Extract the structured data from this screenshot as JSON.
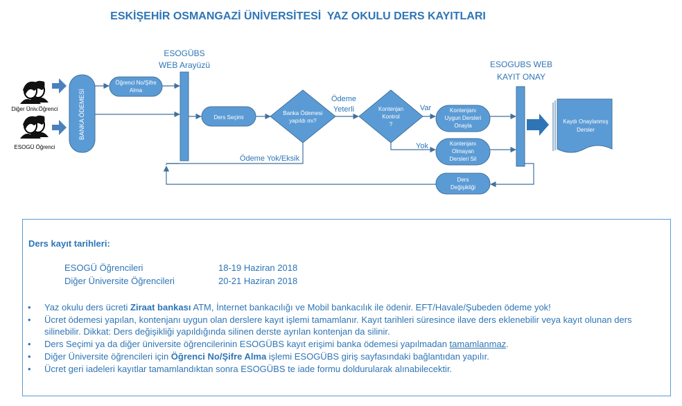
{
  "title": "ESKİŞEHİR OSMANGAZİ ÜNİVERSİTESİ  YAZ OKULU DERS KAYITLARI",
  "colors": {
    "accent": "#5b9bd5",
    "title": "#2e75b6",
    "line": "#41719c"
  },
  "diagram": {
    "student_other_label": "Diğer Üniv.Öğrenci",
    "student_esogu_label": "ESOGÜ Öğrenci",
    "bank_payment_label": "BANKA ÖDEMESİ",
    "student_login_label": [
      "Öğrenci No/Şifre",
      "Alma"
    ],
    "esogubs_web_label": [
      "ESOGÜBS",
      "WEB Arayüzü"
    ],
    "course_selection_label": "Ders Seçimi",
    "bank_paid_question": [
      "Banka Ödemesi",
      "yapıldı mı?"
    ],
    "payment_ok_label": [
      "Ödeme",
      "Yeterli"
    ],
    "payment_missing_label": "Ödeme Yok/Eksik",
    "quota_check_question": [
      "Kontenjan",
      "Kontrol",
      "?"
    ],
    "yes_label": "Var",
    "no_label": "Yok",
    "approve_courses_label": [
      "Kontenjanı",
      "Uygun Dersleri",
      "Onayla"
    ],
    "delete_courses_label": [
      "Kontenjanı",
      "Olmayan",
      "Dersleri Sil"
    ],
    "course_change_label": [
      "Ders",
      "Değişikliği"
    ],
    "esogubs_approval_label": [
      "ESOGUBS WEB",
      "KAYIT ONAY"
    ],
    "approved_courses_label": [
      "Kaydı Onaylanmış",
      "Dersler"
    ]
  },
  "info": {
    "heading": "Ders kayıt tarihleri:",
    "dates": [
      {
        "group": "ESOGÜ Öğrencileri",
        "range": "18-19 Haziran 2018"
      },
      {
        "group": "Diğer Üniversite Öğrencileri",
        "range": "20-21 Haziran 2018"
      }
    ],
    "bullet_char": "•",
    "bullets": [
      {
        "pre": "Yaz okulu ders ücreti ",
        "bold": "Ziraat bankası",
        "post": " ATM, İnternet bankacılığı ve Mobil bankacılık ile ödenir. EFT/Havale/Şubeden ödeme yok!"
      },
      {
        "text": "Ücret ödemesi yapılan, kontenjanı uygun olan derslere kayıt işlemi tamamlanır. Kayıt tarihleri süresince ilave ders eklenebilir veya kayıt olunan ders silinebilir. Dikkat: Ders değişikliği yapıldığında silinen derste ayrılan kontenjan da silinir."
      },
      {
        "pre": "Ders Seçimi ya da diğer üniversite öğrencilerinin ESOGÜBS kayıt erişimi banka ödemesi yapılmadan ",
        "underline": "tamamlanmaz",
        "post": "."
      },
      {
        "pre": "Diğer Üniversite öğrencileri için ",
        "bold": "Öğrenci No/Şifre Alma",
        "post": " işlemi ESOGÜBS giriş sayfasındaki bağlantıdan yapılır."
      },
      {
        "text": "Ücret geri iadeleri kayıtlar tamamlandıktan sonra ESOGÜBS te iade formu doldurularak alınabilecektir."
      }
    ]
  }
}
